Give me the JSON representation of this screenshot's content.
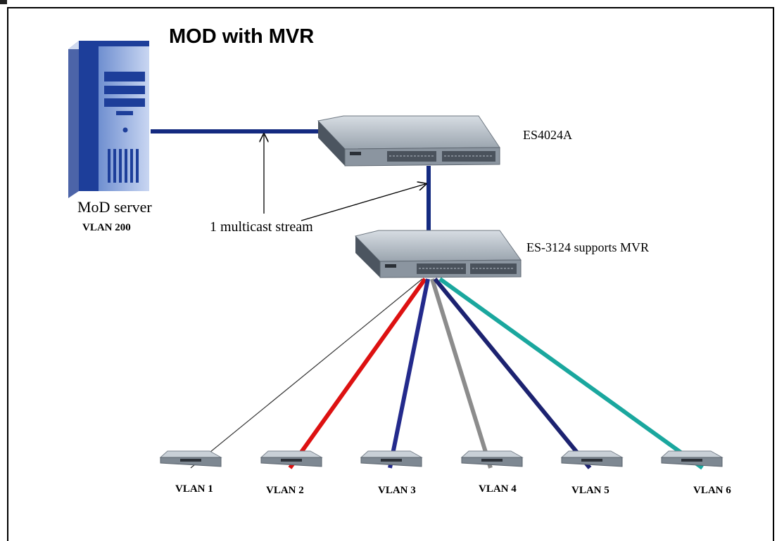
{
  "title": "MOD with MVR",
  "server": {
    "name": "MoD server",
    "vlan": "VLAN 200"
  },
  "stream_label": "1 multicast stream",
  "switch_top": {
    "name": "ES4024A"
  },
  "switch_mvr": {
    "name": "ES-3124 supports MVR"
  },
  "vlans": [
    {
      "label": "VLAN 1",
      "link_color": "#333333"
    },
    {
      "label": "VLAN 2",
      "link_color": "#dd1111"
    },
    {
      "label": "VLAN 3",
      "link_color": "#232a8c"
    },
    {
      "label": "VLAN 4",
      "link_color": "#8c8c8c"
    },
    {
      "label": "VLAN 5",
      "link_color": "#1c2270"
    },
    {
      "label": "VLAN 6",
      "link_color": "#1aa79e"
    }
  ],
  "colors": {
    "uplink": "#142a80",
    "device_body": "#b9c1c9",
    "server_body": "#8fa8d9"
  }
}
